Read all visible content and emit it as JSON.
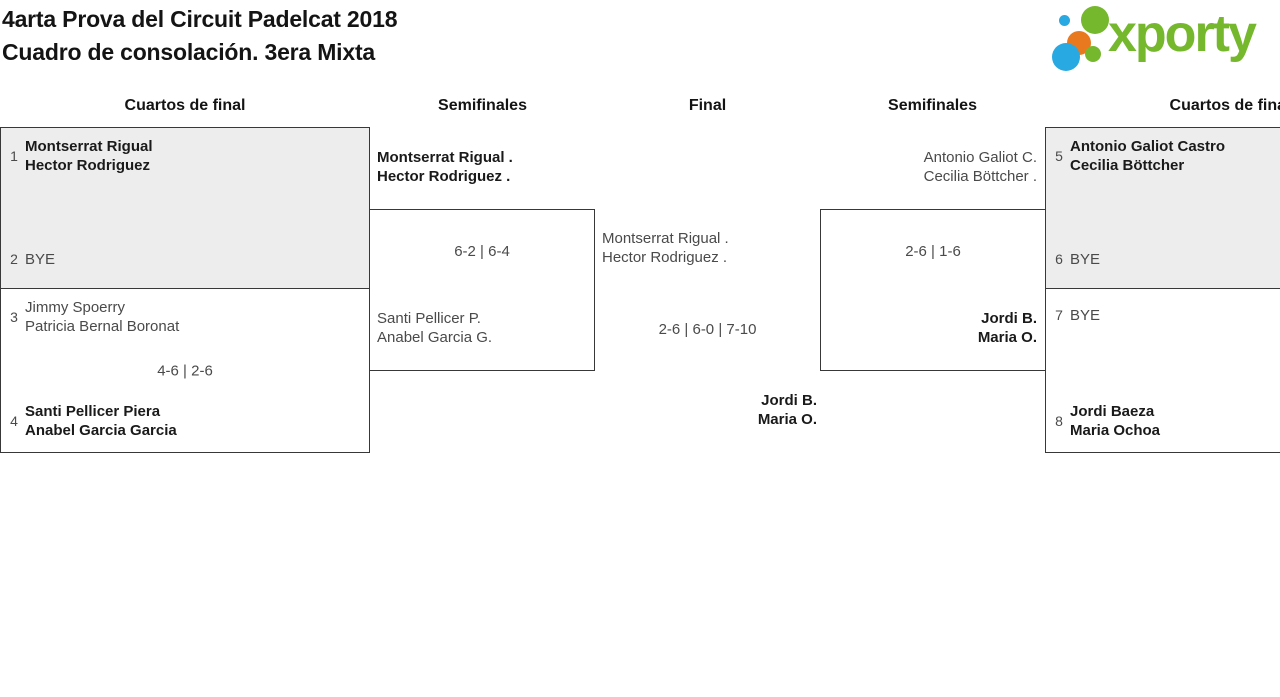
{
  "header": {
    "title_line1": "4arta Prova del Circuit Padelcat 2018",
    "title_line2": "Cuadro de consolación. 3era Mixta",
    "logo_text": "xporty"
  },
  "colors": {
    "logo_green": "#76b82d",
    "logo_blue": "#29a9e1",
    "logo_orange": "#e8791f",
    "box_border": "#383838",
    "box_shaded_bg": "#ededed"
  },
  "rounds": {
    "r1": "Cuartos de final",
    "r2": "Semifinales",
    "r3": "Final",
    "r4": "Semifinales",
    "r5": "Cuartos de final"
  },
  "bracket": {
    "qf_left_1": {
      "seed_top": "1",
      "team_top_a": "Montserrat Rigual",
      "team_top_b": "Hector Rodriguez",
      "seed_bottom": "2",
      "team_bottom": "BYE"
    },
    "qf_left_2": {
      "seed_top": "3",
      "team_top_a": "Jimmy Spoerry",
      "team_top_b": "Patricia Bernal Boronat",
      "score": "4-6 | 2-6",
      "seed_bottom": "4",
      "team_bottom_a": "Santi Pellicer Piera",
      "team_bottom_b": "Anabel Garcia Garcia"
    },
    "sf_left": {
      "team_top_a": "Montserrat Rigual .",
      "team_top_b": "Hector Rodriguez .",
      "score": "6-2 | 6-4",
      "team_bottom_a": "Santi Pellicer P.",
      "team_bottom_b": "Anabel Garcia G."
    },
    "final": {
      "team_top_a": "Montserrat Rigual .",
      "team_top_b": "Hector Rodriguez .",
      "score": "2-6 | 6-0 | 7-10",
      "team_bottom_a": "Jordi B.",
      "team_bottom_b": "Maria O."
    },
    "sf_right": {
      "team_top_a": "Antonio Galiot C.",
      "team_top_b": "Cecilia Böttcher .",
      "score": "2-6 | 1-6",
      "team_bottom_a": "Jordi B.",
      "team_bottom_b": "Maria O."
    },
    "qf_right_1": {
      "seed_top": "5",
      "team_top_a": "Antonio Galiot Castro",
      "team_top_b": "Cecilia Böttcher",
      "seed_bottom": "6",
      "team_bottom": "BYE"
    },
    "qf_right_2": {
      "seed_top": "7",
      "team_top": "BYE",
      "seed_bottom": "8",
      "team_bottom_a": "Jordi Baeza",
      "team_bottom_b": "Maria Ochoa"
    }
  }
}
